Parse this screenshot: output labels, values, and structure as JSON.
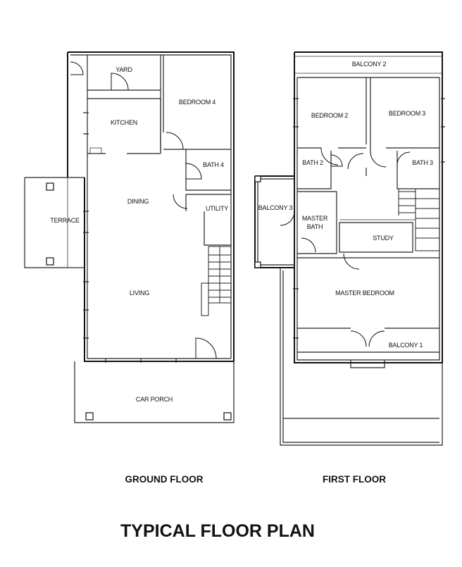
{
  "title": "TYPICAL FLOOR PLAN",
  "floors": {
    "ground": {
      "label": "GROUND FLOOR",
      "rooms": {
        "yard": "YARD",
        "bedroom4": "BEDROOM 4",
        "kitchen": "KITCHEN",
        "bath4": "BATH 4",
        "dining": "DINING",
        "utility": "UTILITY",
        "terrace": "TERRACE",
        "living": "LIVING",
        "car_porch": "CAR PORCH"
      }
    },
    "first": {
      "label": "FIRST FLOOR",
      "rooms": {
        "balcony2": "BALCONY 2",
        "bedroom2": "BEDROOM 2",
        "bedroom3": "BEDROOM 3",
        "bath2": "BATH 2",
        "bath3": "BATH 3",
        "balcony3": "BALCONY 3",
        "master_bath_1": "MASTER",
        "master_bath_2": "BATH",
        "study": "STUDY",
        "master_bedroom": "MASTER BEDROOM",
        "balcony1": "BALCONY 1"
      }
    }
  }
}
